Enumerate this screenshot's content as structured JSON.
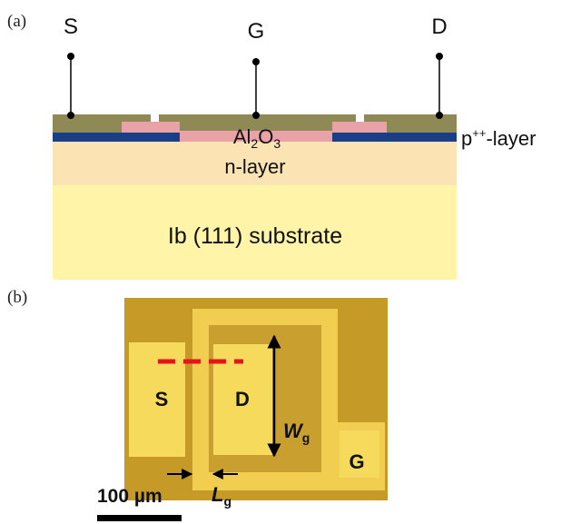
{
  "panel_a": {
    "label": "(a)",
    "terminals": {
      "source": "S",
      "gate": "G",
      "drain": "D"
    },
    "oxide": {
      "base": "Al",
      "sub1": "2",
      "mid": "O",
      "sub2": "3"
    },
    "p_layer": {
      "base": "p",
      "sup": "++",
      "rest": "-layer"
    },
    "n_layer": "n-layer",
    "substrate": "Ib (111) substrate"
  },
  "panel_b": {
    "label": "(b)",
    "pad_source": "S",
    "pad_drain": "D",
    "pad_gate": "G",
    "width_label": {
      "base": "W",
      "sub": "g"
    },
    "length_label": {
      "base": "L",
      "sub": "g"
    },
    "scale_bar": "100 µm"
  },
  "colors": {
    "metal": "#8f8a55",
    "oxide": "#e8a2a8",
    "p_layer": "#1b3f86",
    "n_layer": "#fbe3b3",
    "substrate": "#fff4a8",
    "chip_gold": "#c59a27",
    "chip_pad": "#f6da5c",
    "cut_line": "#e8141b"
  }
}
